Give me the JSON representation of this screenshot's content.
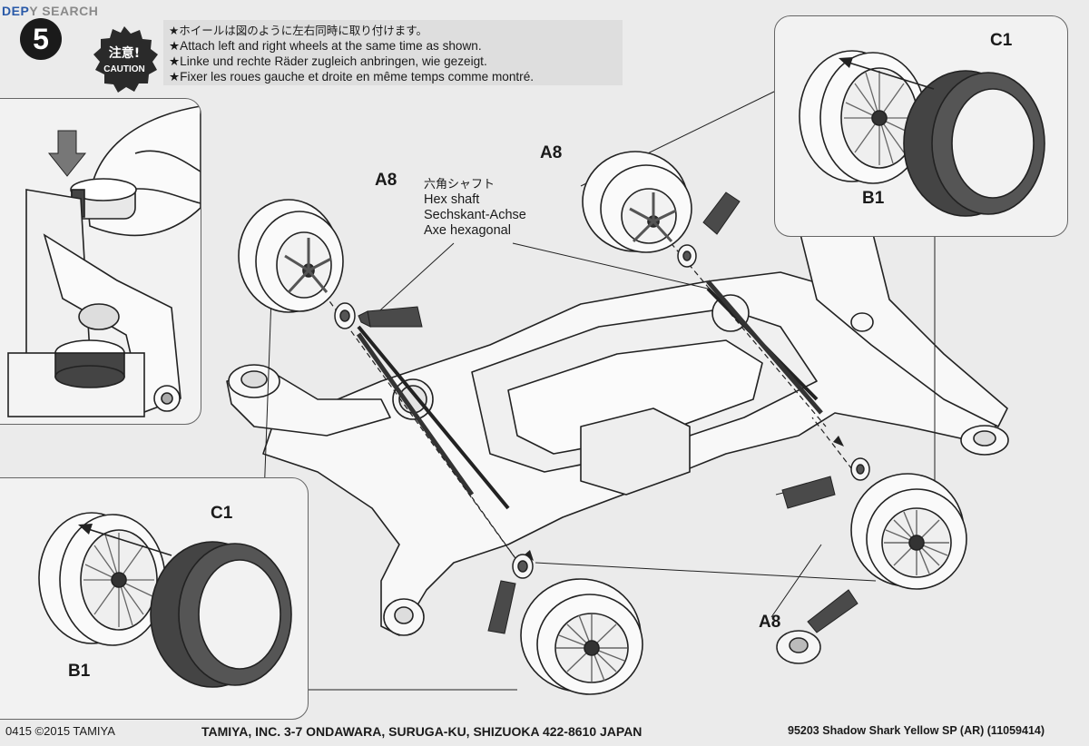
{
  "watermark": {
    "blue": "DEP",
    "gray": "Y SEARCH"
  },
  "step_number": "5",
  "caution": {
    "jp": "注意!",
    "en": "CAUTION"
  },
  "notes": [
    "★ホイールは図のように左右同時に取り付けます。",
    "★Attach left and right wheels at the same time as shown.",
    "★Linke und rechte Räder zugleich anbringen, wie gezeigt.",
    "★Fixer les roues gauche et droite en même temps comme montré."
  ],
  "labels": {
    "a8": "A8",
    "b1": "B1",
    "c1": "C1"
  },
  "hex_shaft": {
    "jp": "六角シャフト",
    "en": "Hex shaft",
    "de": "Sechskant-Achse",
    "fr": "Axe hexagonal"
  },
  "footer": {
    "code": "0415",
    "copyright": "©2015 TAMIYA",
    "address": "TAMIYA, INC.  3-7 ONDAWARA, SURUGA-KU, SHIZUOKA 422-8610 JAPAN",
    "product": "95203  Shadow Shark Yellow SP (AR) (11059414)"
  },
  "colors": {
    "paper": "#ebebeb",
    "ink": "#1a1a1a",
    "tire": "#444444",
    "box": "#f2f2f2"
  }
}
